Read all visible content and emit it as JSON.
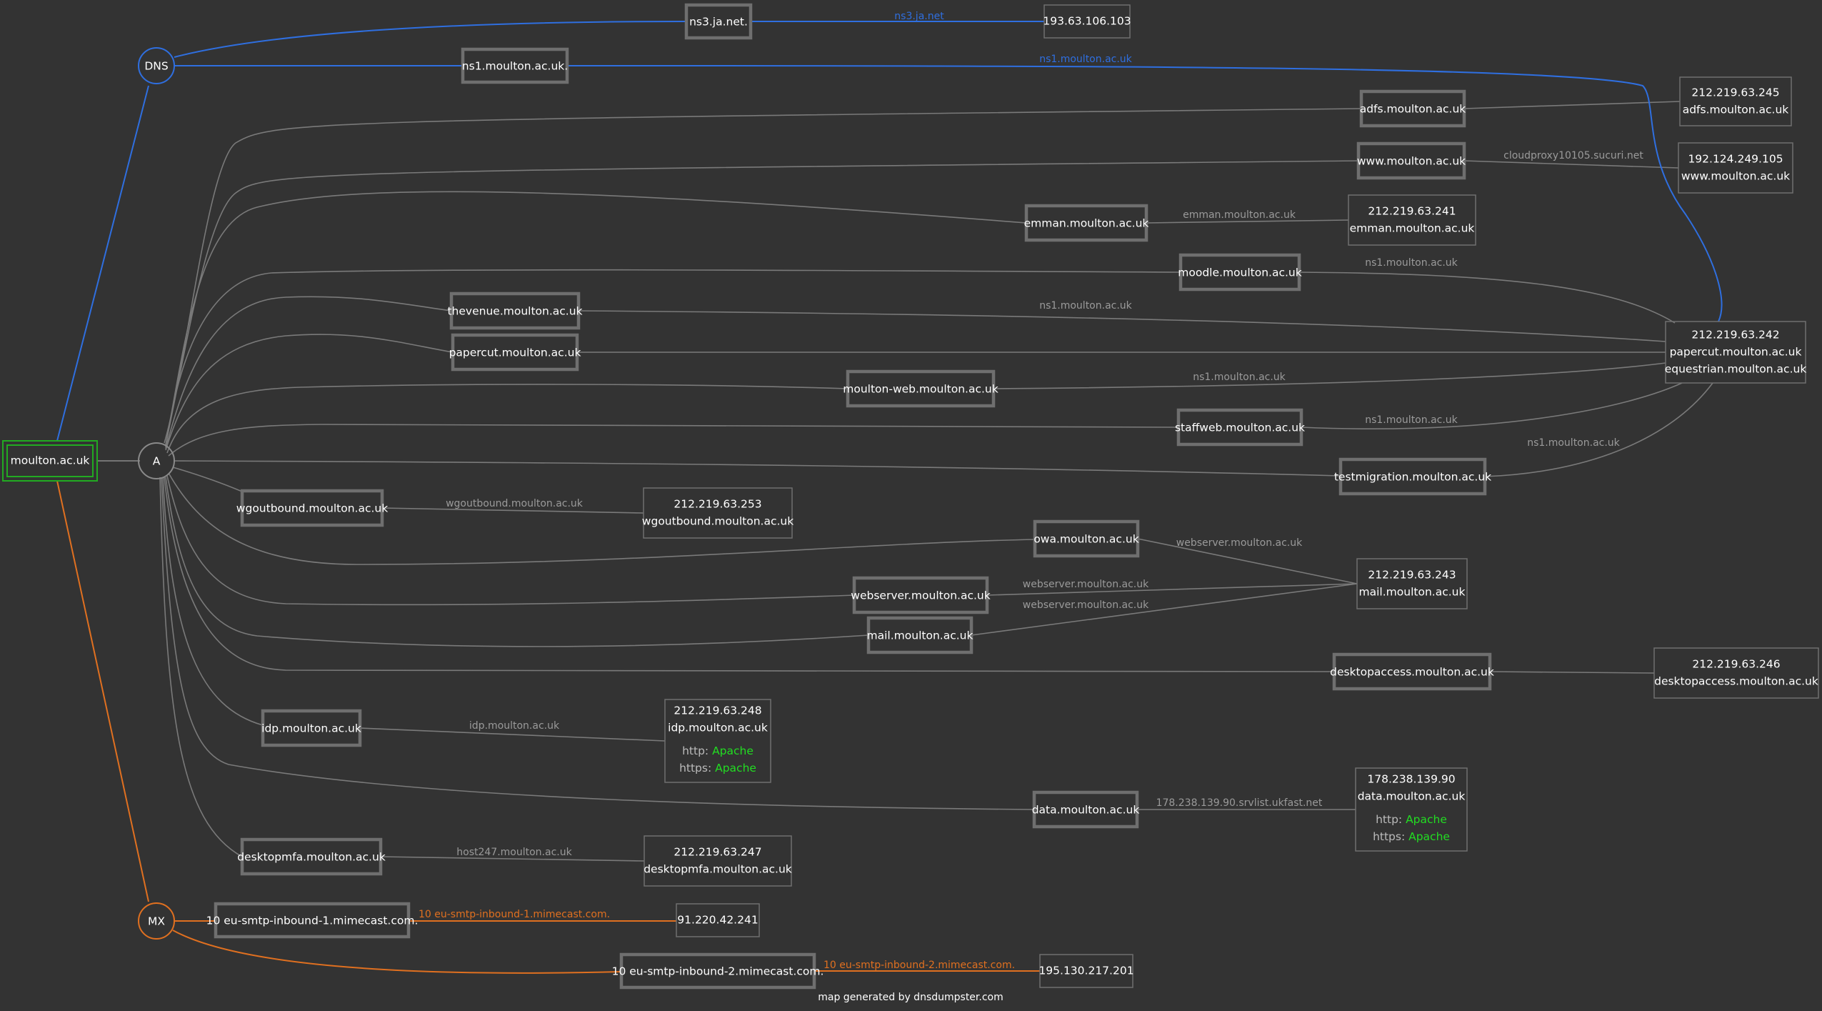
{
  "domain": "moulton.ac.uk",
  "groups": {
    "dns": "DNS",
    "a": "A",
    "mx": "MX"
  },
  "footer": "map generated by dnsdumpster.com",
  "colors": {
    "background": "#333333",
    "dns": "#2f6fe0",
    "mx": "#e07020",
    "a": "#8a8a8a",
    "root": "#22aa22",
    "service": "#22dd22"
  },
  "dns_records": [
    {
      "host": "ns3.ja.net.",
      "edge": "ns3.ja.net",
      "ip": {
        "lines": [
          "193.63.106.103"
        ]
      }
    },
    {
      "host": "ns1.moulton.ac.uk.",
      "edge": "ns1.moulton.ac.uk",
      "target_ip": "212.219.63.242"
    }
  ],
  "a_records": [
    {
      "host": "adfs.moulton.ac.uk",
      "edge": "",
      "ip": "212.219.63.245"
    },
    {
      "host": "www.moulton.ac.uk",
      "edge": "cloudproxy10105.sucuri.net",
      "ip": "192.124.249.105"
    },
    {
      "host": "emman.moulton.ac.uk",
      "edge": "emman.moulton.ac.uk",
      "ip": "212.219.63.241"
    },
    {
      "host": "moodle.moulton.ac.uk",
      "edge": "ns1.moulton.ac.uk",
      "ip": "212.219.63.242"
    },
    {
      "host": "thevenue.moulton.ac.uk",
      "edge": "ns1.moulton.ac.uk",
      "ip": "212.219.63.242"
    },
    {
      "host": "papercut.moulton.ac.uk",
      "edge": "",
      "ip": "212.219.63.242"
    },
    {
      "host": "moulton-web.moulton.ac.uk",
      "edge": "ns1.moulton.ac.uk",
      "ip": "212.219.63.242"
    },
    {
      "host": "staffweb.moulton.ac.uk",
      "edge": "ns1.moulton.ac.uk",
      "ip": "212.219.63.242"
    },
    {
      "host": "testmigration.moulton.ac.uk",
      "edge": "ns1.moulton.ac.uk",
      "ip": "212.219.63.242"
    },
    {
      "host": "wgoutbound.moulton.ac.uk",
      "edge": "wgoutbound.moulton.ac.uk",
      "ip": "212.219.63.253"
    },
    {
      "host": "owa.moulton.ac.uk",
      "edge": "webserver.moulton.ac.uk",
      "ip": "212.219.63.243"
    },
    {
      "host": "webserver.moulton.ac.uk",
      "edge": "webserver.moulton.ac.uk",
      "ip": "212.219.63.243"
    },
    {
      "host": "mail.moulton.ac.uk",
      "edge": "webserver.moulton.ac.uk",
      "ip": "212.219.63.243"
    },
    {
      "host": "desktopaccess.moulton.ac.uk",
      "edge": "",
      "ip": "212.219.63.246"
    },
    {
      "host": "idp.moulton.ac.uk",
      "edge": "idp.moulton.ac.uk",
      "ip": "212.219.63.248"
    },
    {
      "host": "data.moulton.ac.uk",
      "edge": "178.238.139.90.srvlist.ukfast.net",
      "ip": "178.238.139.90"
    },
    {
      "host": "desktopmfa.moulton.ac.uk",
      "edge": "host247.moulton.ac.uk",
      "ip": "212.219.63.247"
    }
  ],
  "ip_boxes": [
    {
      "ip": "212.219.63.245",
      "lines": [
        "212.219.63.245",
        "adfs.moulton.ac.uk"
      ]
    },
    {
      "ip": "192.124.249.105",
      "lines": [
        "192.124.249.105",
        "www.moulton.ac.uk"
      ]
    },
    {
      "ip": "212.219.63.241",
      "lines": [
        "212.219.63.241",
        "emman.moulton.ac.uk"
      ]
    },
    {
      "ip": "212.219.63.242",
      "lines": [
        "212.219.63.242",
        "papercut.moulton.ac.uk",
        "equestrian.moulton.ac.uk"
      ]
    },
    {
      "ip": "212.219.63.253",
      "lines": [
        "212.219.63.253",
        "wgoutbound.moulton.ac.uk"
      ]
    },
    {
      "ip": "212.219.63.243",
      "lines": [
        "212.219.63.243",
        "mail.moulton.ac.uk"
      ]
    },
    {
      "ip": "212.219.63.246",
      "lines": [
        "212.219.63.246",
        "desktopaccess.moulton.ac.uk"
      ]
    },
    {
      "ip": "212.219.63.248",
      "lines": [
        "212.219.63.248",
        "idp.moulton.ac.uk"
      ],
      "services": [
        {
          "key": "http:",
          "value": "Apache"
        },
        {
          "key": "https:",
          "value": "Apache"
        }
      ]
    },
    {
      "ip": "178.238.139.90",
      "lines": [
        "178.238.139.90",
        "data.moulton.ac.uk"
      ],
      "services": [
        {
          "key": "http:",
          "value": "Apache"
        },
        {
          "key": "https:",
          "value": "Apache"
        }
      ]
    },
    {
      "ip": "212.219.63.247",
      "lines": [
        "212.219.63.247",
        "desktopmfa.moulton.ac.uk"
      ]
    }
  ],
  "mx_records": [
    {
      "host": "10 eu-smtp-inbound-1.mimecast.com.",
      "edge": "10 eu-smtp-inbound-1.mimecast.com.",
      "ip": {
        "lines": [
          "91.220.42.241"
        ]
      }
    },
    {
      "host": "10 eu-smtp-inbound-2.mimecast.com.",
      "edge": "10 eu-smtp-inbound-2.mimecast.com.",
      "ip": {
        "lines": [
          "195.130.217.201"
        ]
      }
    }
  ]
}
